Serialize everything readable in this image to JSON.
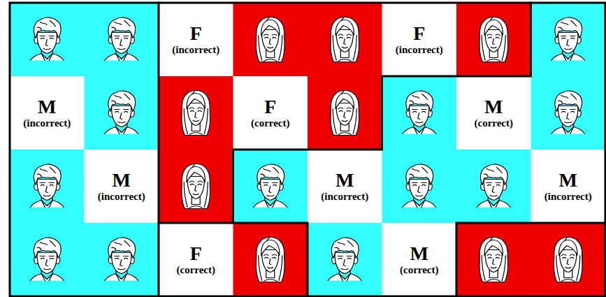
{
  "diagram": {
    "nodes": [
      {
        "text": [
          "F",
          "(incorrect)"
        ]
      },
      {
        "text": [
          "F",
          "(incorrect)"
        ]
      },
      {
        "text": [
          "M",
          "(incorrect)"
        ]
      },
      {
        "text": [
          "F",
          "(correct)"
        ]
      },
      {
        "text": [
          "M",
          "(correct)"
        ]
      },
      {
        "text": [
          "M",
          "(incorrect)"
        ]
      },
      {
        "text": [
          "M",
          "(incorrect)"
        ]
      },
      {
        "text": [
          "M",
          "(incorrect)"
        ]
      },
      {
        "text": [
          "F",
          "(correct)"
        ]
      },
      {
        "text": [
          "M",
          "(correct)"
        ]
      }
    ]
  }
}
